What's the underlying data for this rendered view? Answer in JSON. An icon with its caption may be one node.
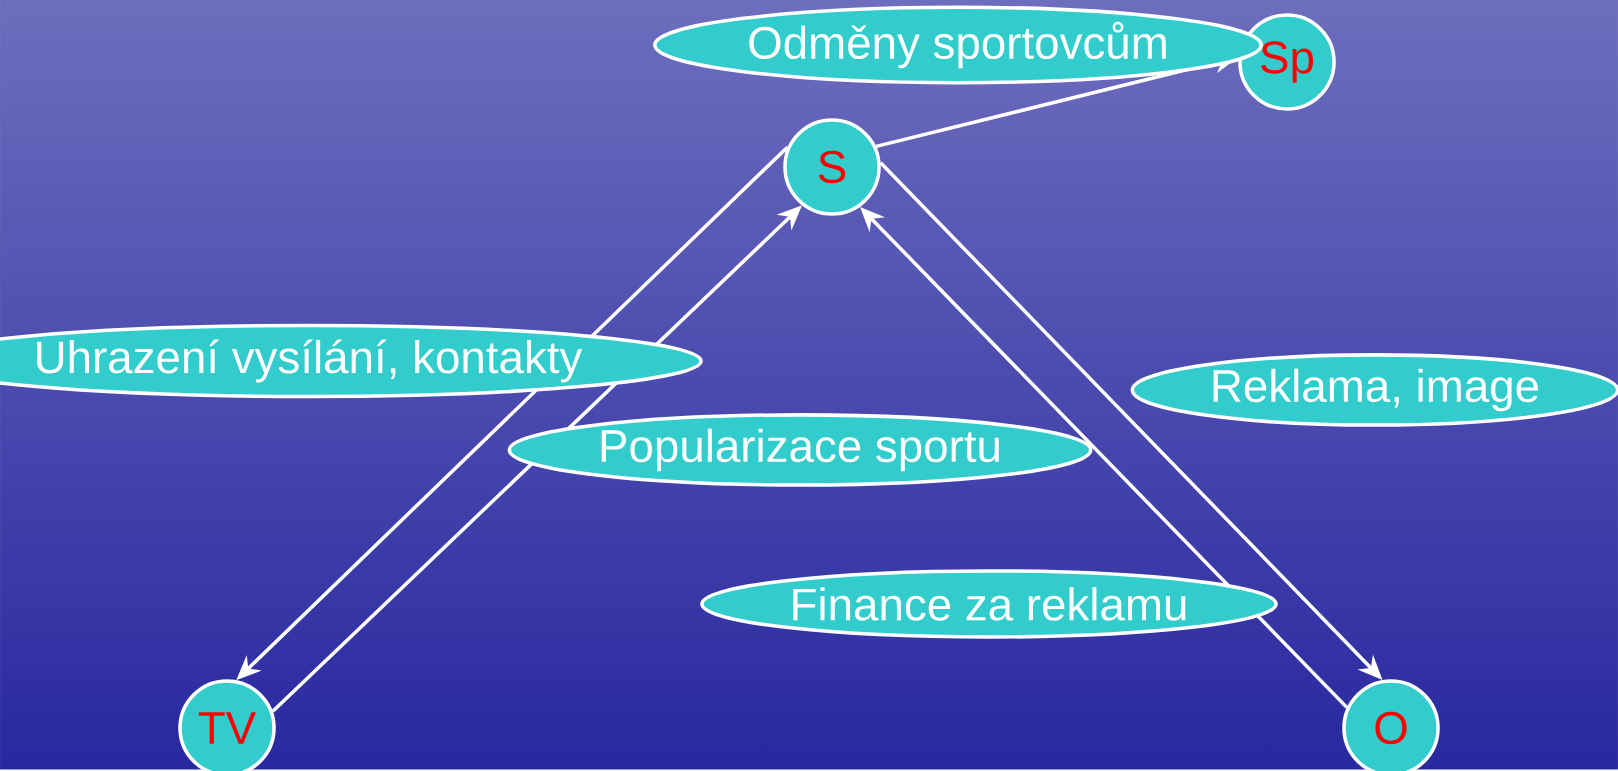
{
  "diagram": {
    "nodes": [
      {
        "text": [
          "Sp"
        ]
      },
      {
        "text": [
          "S"
        ]
      },
      {
        "text": [
          "TV"
        ]
      },
      {
        "text": [
          "O"
        ]
      }
    ],
    "edges": [
      {
        "from": 1,
        "to": 0,
        "arrow": "to",
        "label": "Odměny sportovcům"
      },
      {
        "from": 1,
        "to": 2,
        "arrow": "to",
        "label": "Uhrazení vysílání, kontakty"
      },
      {
        "from": 2,
        "to": 1,
        "arrow": "to",
        "label": "Popularizace sportu"
      },
      {
        "from": 1,
        "to": 3,
        "arrow": "to",
        "label": "Reklama, image"
      },
      {
        "from": 3,
        "to": 1,
        "arrow": "to",
        "label": "Finance za reklamu"
      }
    ]
  }
}
